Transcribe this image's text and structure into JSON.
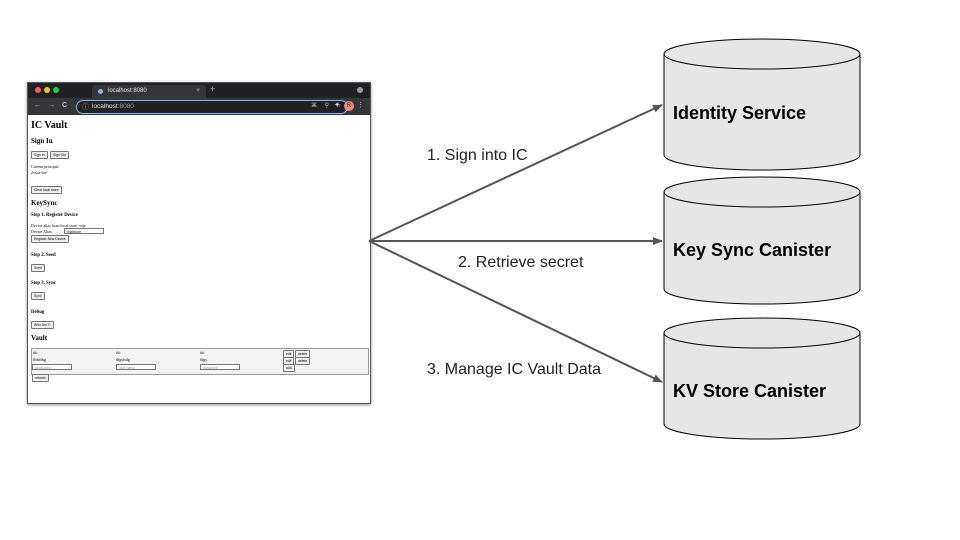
{
  "browser": {
    "tab_title": "localhost:8080",
    "tab_close": "×",
    "new_tab": "+",
    "url_host": "localhost",
    "url_port": ":8080",
    "nav_back": "←",
    "nav_forward": "→",
    "nav_reload": "C",
    "profile_initial": "R",
    "menu": "⋮"
  },
  "app": {
    "title": "IC Vault",
    "sign_in": {
      "heading": "Sign In",
      "sign_in_button": "Sign In",
      "sign_out_button": "Sign Out",
      "current_principal_label": "Current principal:",
      "current_principal_value": "2vxsx-fae",
      "clear_button": "Clear local store"
    },
    "keysync": {
      "heading": "KeySync",
      "step1": {
        "heading": "Step 1. Register Device",
        "alias_from_store": "Device alias from local store: wqe",
        "alias_label": "Device Alias:",
        "alias_value": "myphone",
        "register_button": "Register New Device"
      },
      "step2": {
        "heading": "Step 2. Seed",
        "button": "Seed"
      },
      "step3": {
        "heading": "Step 3. Sync",
        "button": "Sync"
      },
      "debug": {
        "heading": "Debug",
        "button": "Who Am I?"
      }
    },
    "vault": {
      "heading": "Vault",
      "rows": [
        {
          "app": "iiii",
          "user": "iiii",
          "pass": "iiii"
        },
        {
          "app": "ffdsfdsg",
          "user": "dfgsfsdg",
          "pass": "fdgs"
        }
      ],
      "edit_button": "edit",
      "delete_button": "delete",
      "placeholders": {
        "app": "application",
        "user": "user name",
        "pass": "password"
      },
      "add_button": "add",
      "refresh_button": "refresh"
    }
  },
  "diagram": {
    "arrows": [
      {
        "label": "1. Sign into IC",
        "target": "Identity Service"
      },
      {
        "label": "2. Retrieve  secret",
        "target": "Key Sync Canister"
      },
      {
        "label": "3. Manage IC Vault Data",
        "target": "KV Store Canister"
      }
    ],
    "colors": {
      "line": "#555555",
      "cylinder_fill": "#e6e6e6",
      "cylinder_stroke": "#000000"
    }
  }
}
